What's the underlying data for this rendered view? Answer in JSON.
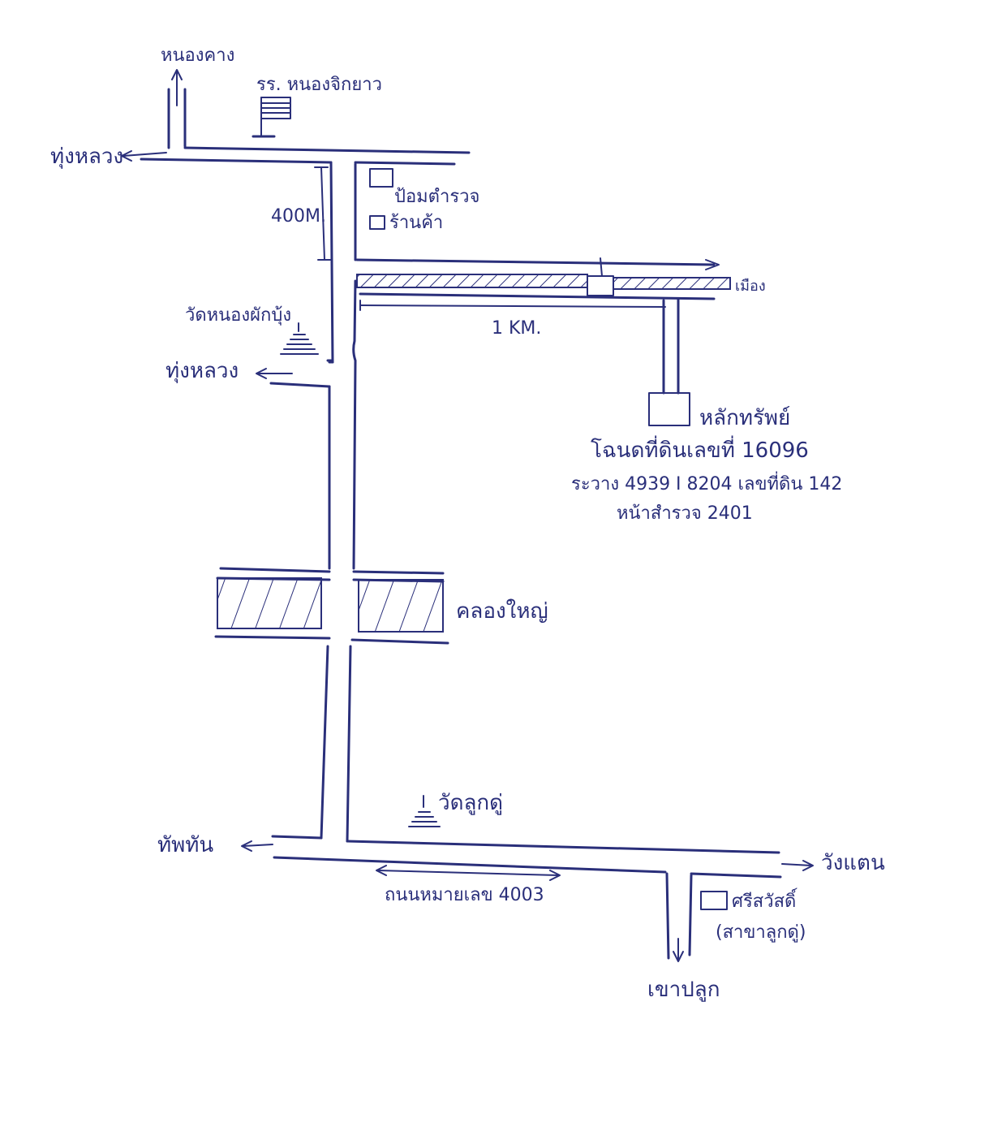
{
  "labels": {
    "nong_khang": "หนองคาง",
    "school": "รร. หนองจิกยาว",
    "thung_luang_top": "ทุ่งหลวง",
    "distance_400m": "400M.",
    "police_box": "ป้อมตำรวจ",
    "shop": "ร้านค้า",
    "mueang": "เมือง",
    "wat_nong_phak_bung": "วัดหนองผักบุ้ง",
    "thung_luang_mid": "ทุ่งหลวง",
    "distance_1km": "1 KM.",
    "collateral": "หลักทรัพย์",
    "deed_line1": "โฉนดที่ดินเลขที่ 16096",
    "deed_line2": "ระวาง 4939 I 8204 เลขที่ดิน 142",
    "deed_line3": "หน้าสำรวจ 2401",
    "canal": "คลองใหญ่",
    "wat_luk_du": "วัดลูกดู่",
    "thap_than": "ทัพทัน",
    "wang_taen": "วังแตน",
    "road_number": "ถนนหมายเลข 4003",
    "bank": "ศรีสวัสดิ์",
    "bank_branch": "(สาขาลูกดู่)",
    "khao_pluk": "เขาปลูก"
  },
  "colors": {
    "ink": "#2a2f7a",
    "paper": "#ffffff"
  }
}
